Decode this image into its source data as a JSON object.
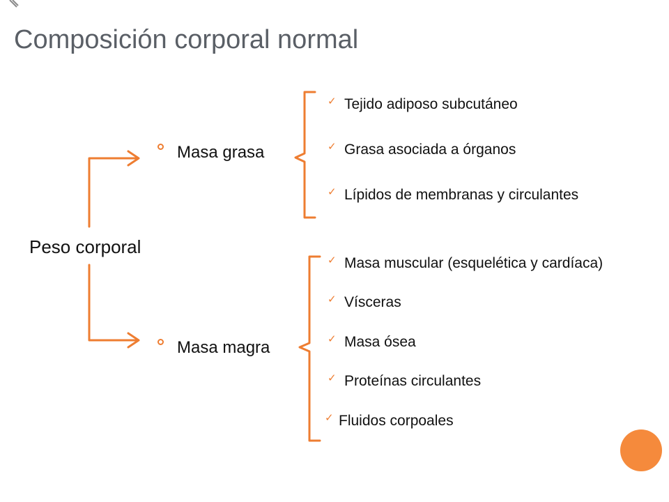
{
  "title": "Composición corporal normal",
  "root": {
    "label": "Peso corporal"
  },
  "groups": [
    {
      "label": "Masa grasa",
      "items": [
        "Tejido adiposo subcutáneo",
        "Grasa asociada a órganos",
        "Lípidos de membranas y circulantes"
      ]
    },
    {
      "label": "Masa magra",
      "items": [
        "Masa muscular (esquelética y cardíaca)",
        "Vísceras",
        "Masa ósea",
        "Proteínas circulantes",
        "Fluidos corpoales"
      ]
    }
  ],
  "colors": {
    "accent": "#ee7d31",
    "title": "#5a5f66",
    "text": "#111111",
    "dot": "#f58a3c"
  }
}
